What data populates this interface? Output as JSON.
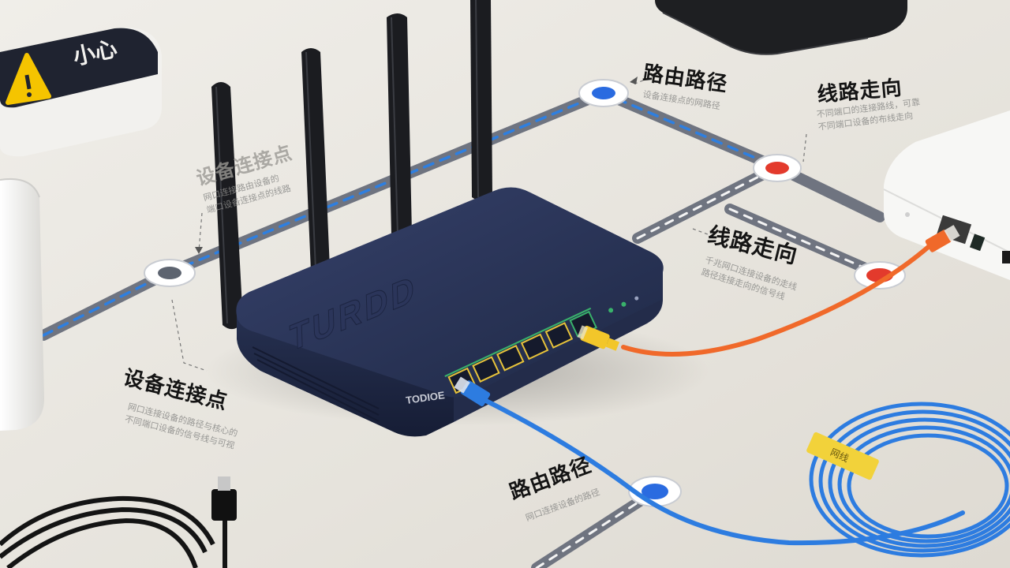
{
  "router": {
    "brand_top": "TURDD",
    "brand_front": "TODIOE"
  },
  "labels": [
    {
      "title": "路由路径",
      "subtitle": [
        "设备连接点的网路径"
      ]
    },
    {
      "title": "线路走向",
      "subtitle": [
        "不同端口的连接路线，可靠",
        "不同端口设备的布线走向"
      ]
    },
    {
      "title": "线路走向",
      "subtitle": [
        "千兆网口连接设备的走线",
        "路径连接走向的信号线"
      ]
    },
    {
      "title": "设备连接点",
      "subtitle": [
        "网口连接设备的路径与核心的",
        "不同端口设备的信号线与可视"
      ]
    },
    {
      "title": "路由路径",
      "subtitle": [
        "网口连接设备的路径"
      ]
    },
    {
      "title": "设备连接点",
      "subtitle": [
        "网口连接路由设备的",
        "端口设备连接点的线路"
      ]
    }
  ],
  "sign": {
    "text": "小心"
  },
  "cable_tag": {
    "text": "网线"
  },
  "colors": {
    "surface": "#e9e6e0",
    "router_body": "#283252",
    "path_line": "#6f7480",
    "path_dash": "#2e7fe0",
    "node_red": "#e33a2c",
    "node_blue": "#2a6be0",
    "cable_orange": "#f0692a",
    "cable_blue": "#2d7ce0",
    "connector_yellow": "#f2c62a",
    "warning_yellow": "#f5c400"
  },
  "icons": [
    "warning-icon"
  ]
}
